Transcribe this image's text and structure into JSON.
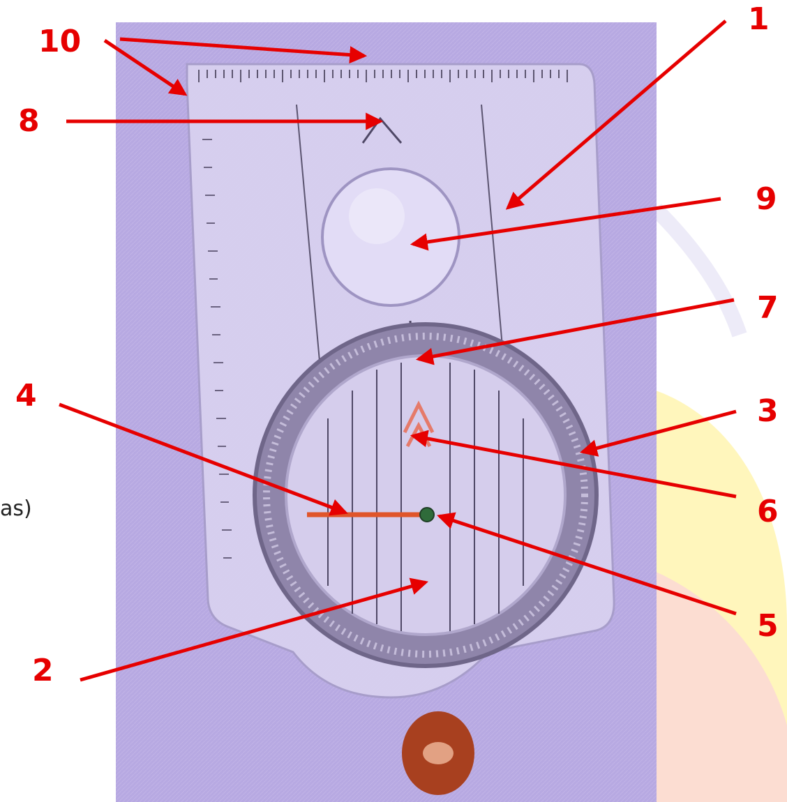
{
  "left_text_fragment": "as)",
  "callouts": [
    "1",
    "2",
    "3",
    "4",
    "5",
    "6",
    "7",
    "8",
    "9",
    "10"
  ],
  "colors": {
    "callout_red": "#e60000",
    "photo_background": "#b7a9e2",
    "compass_plate": "#d9d2f0",
    "bezel": "#9a8fb4",
    "needle": "#e0552a",
    "lanyard_knot": "#a8401f",
    "deco_yellow": "#fff3a6",
    "deco_pink": "#fbd3dc"
  },
  "icons": [
    "baseplate-compass-photo",
    "red-arrow"
  ]
}
